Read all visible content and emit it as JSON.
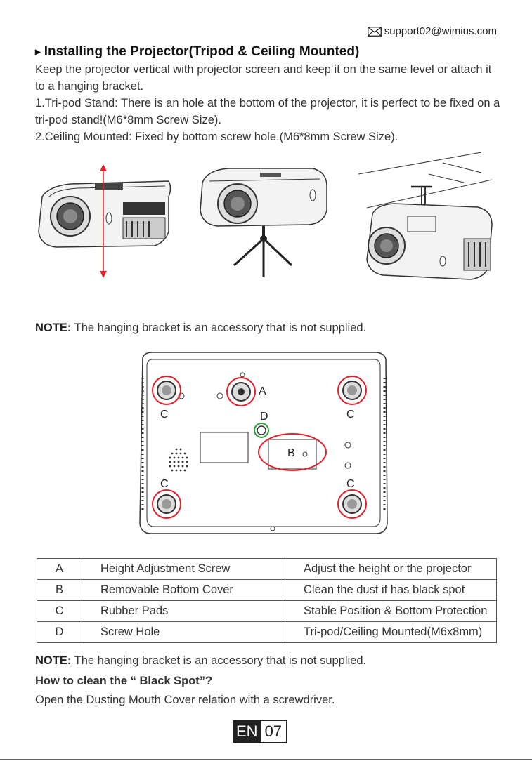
{
  "header": {
    "email": "support02@wimius.com",
    "email_icon": "envelope-icon"
  },
  "section": {
    "title": "Installing the Projector(Tripod & Ceiling Mounted)",
    "intro": "Keep the projector vertical with projector screen and keep it on the same level or attach it to a hanging bracket.",
    "step1": "1.Tri-pod Stand: There is an hole at the bottom of the projector, it is perfect to be fixed on a tri-pod stand!(M6*8mm Screw Size).",
    "step2": "2.Ceiling Mounted: Fixed by bottom screw hole.(M6*8mm Screw Size)."
  },
  "note": {
    "label": "NOTE:",
    "text": "The hanging bracket is an accessory that is not supplied."
  },
  "diagram_labels": {
    "a": "A",
    "b": "B",
    "c": "C",
    "d": "D"
  },
  "colors": {
    "highlight_red": "#e3202a",
    "highlight_green": "#2e9e3a",
    "arrow_red": "#e3202a"
  },
  "parts_table": [
    {
      "key": "A",
      "name": "Height Adjustment Screw",
      "desc": "Adjust the height or the projector"
    },
    {
      "key": "B",
      "name": "Removable Bottom Cover",
      "desc": "Clean the dust if has black spot"
    },
    {
      "key": "C",
      "name": "Rubber Pads",
      "desc": "Stable Position & Bottom Protection"
    },
    {
      "key": "D",
      "name": "Screw Hole",
      "desc": "Tri-pod/Ceiling Mounted(M6x8mm)"
    }
  ],
  "cleaning": {
    "question": "How to clean the “ Black Spot”?",
    "answer": "Open the Dusting Mouth Cover relation with a screwdriver."
  },
  "footer": {
    "lang": "EN",
    "page": "07"
  }
}
